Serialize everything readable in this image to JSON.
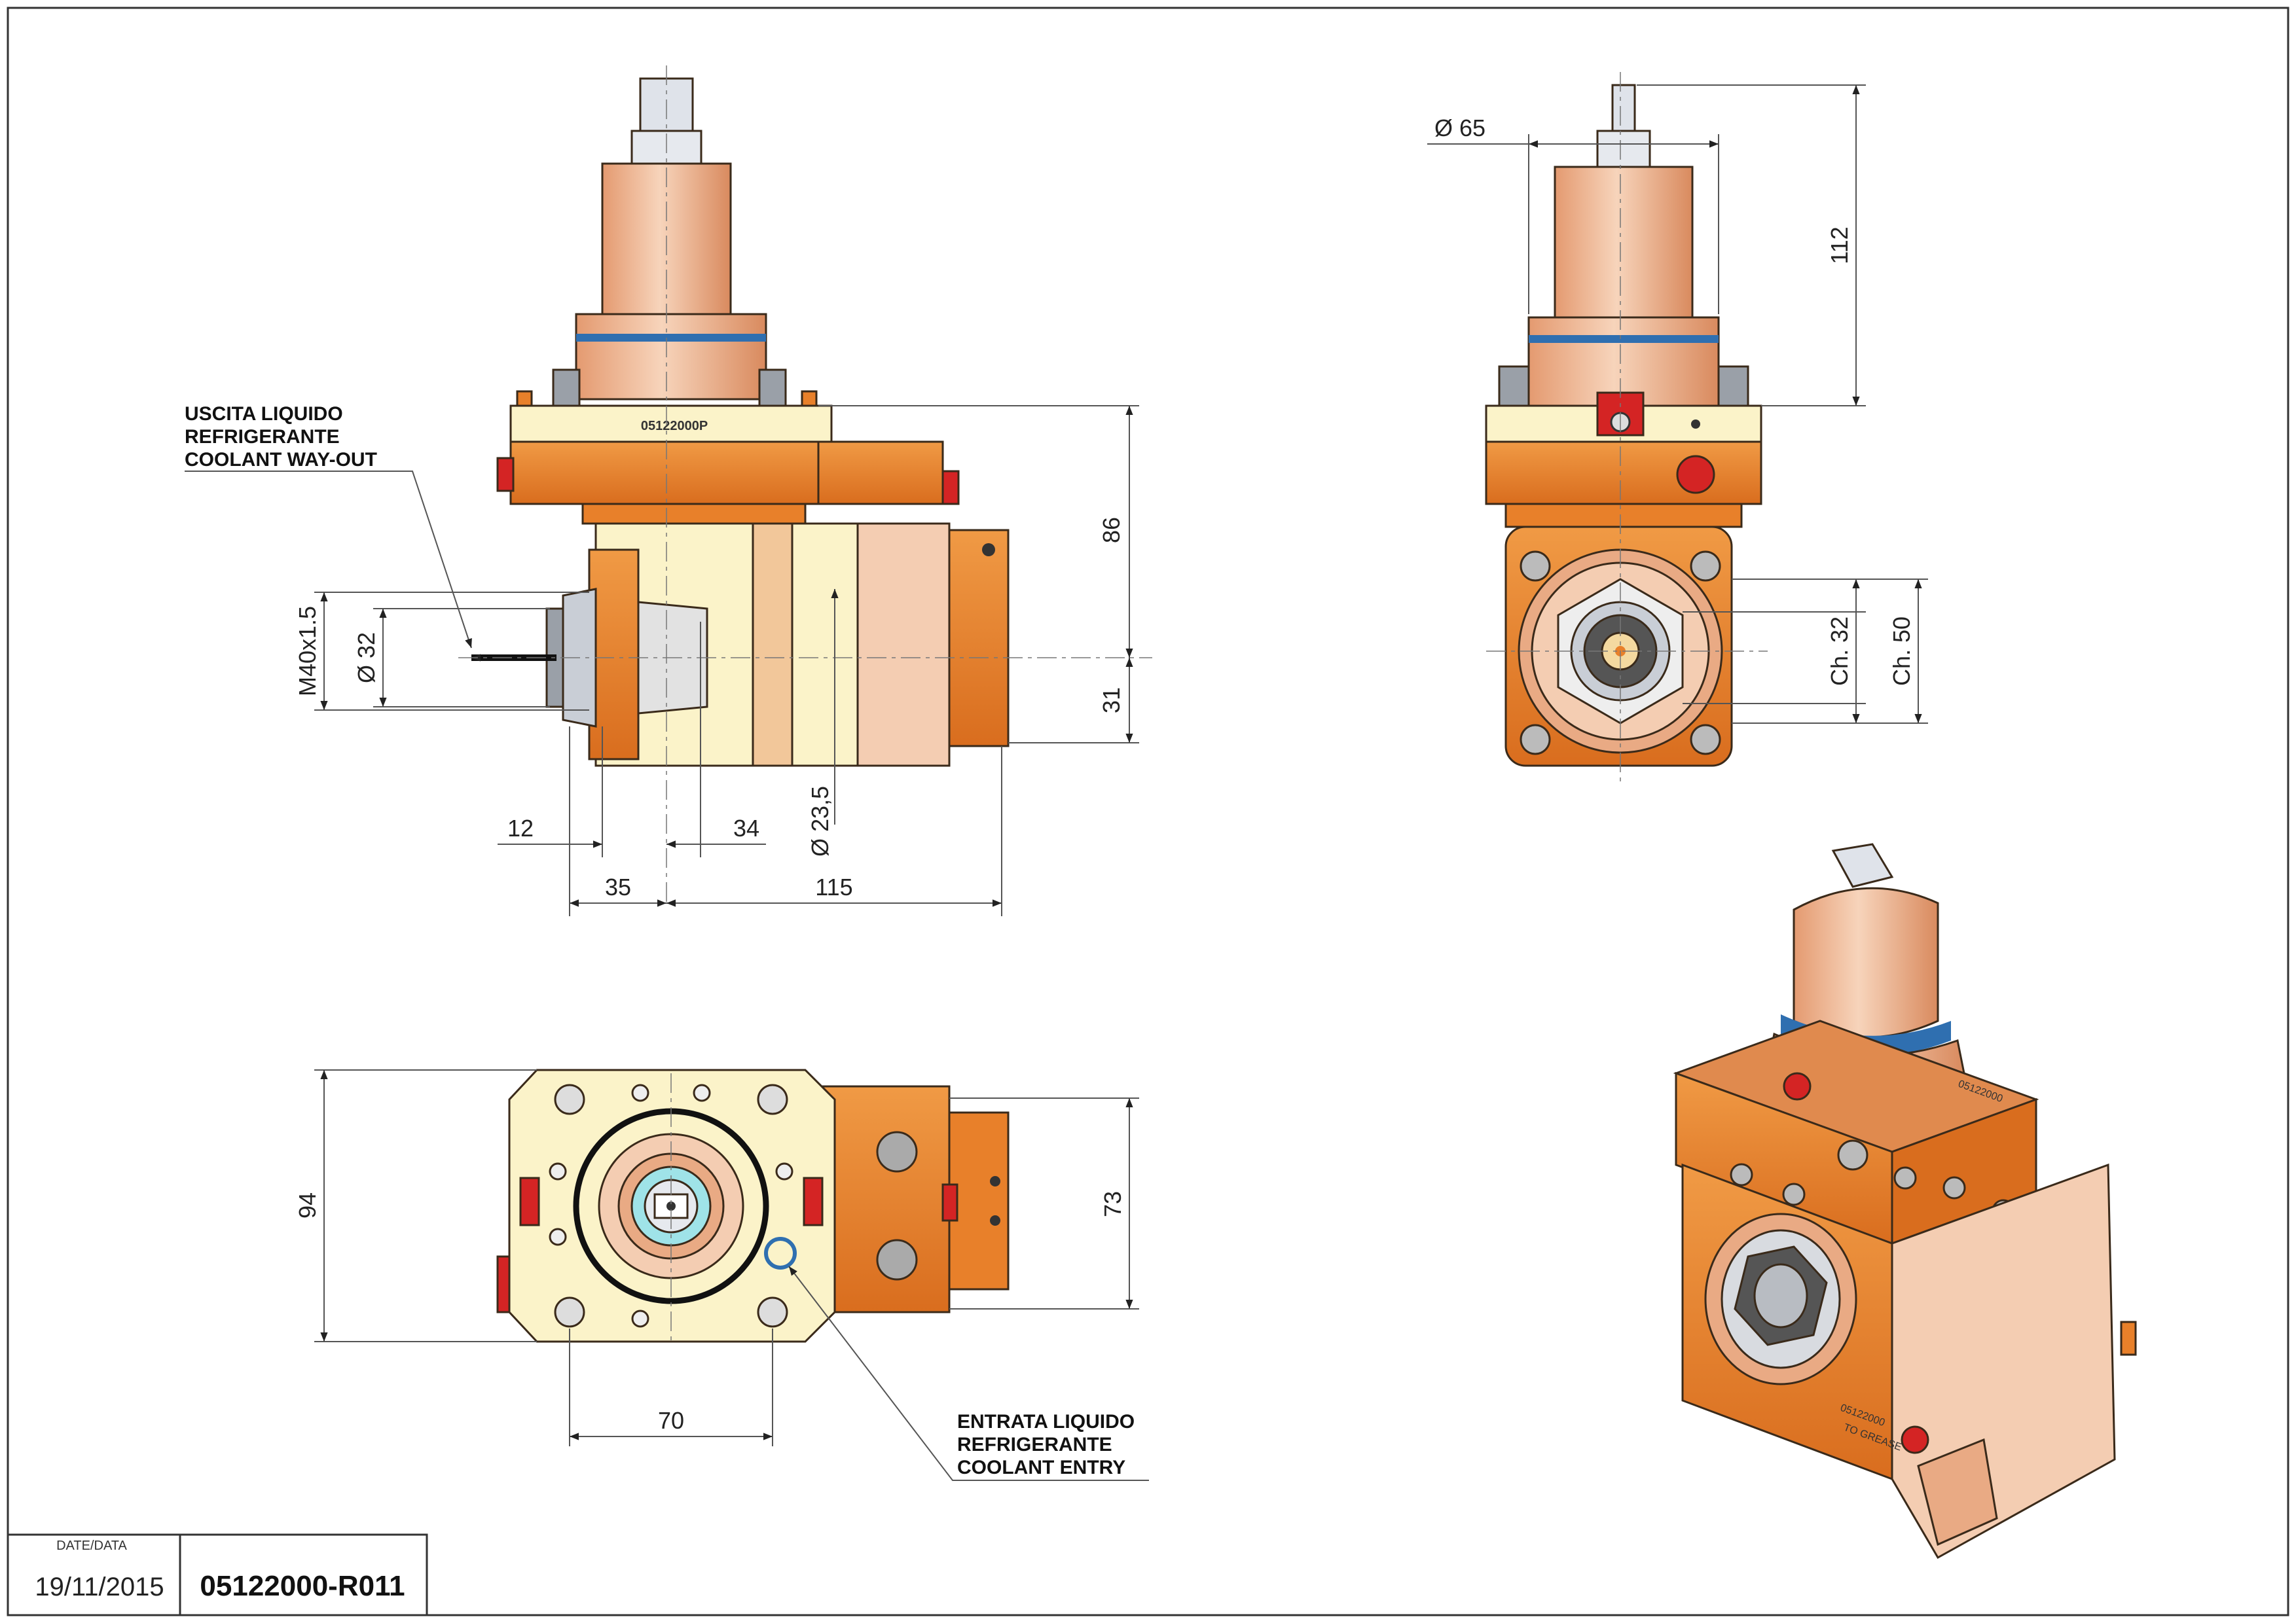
{
  "colors": {
    "orange": "#e8802a",
    "orange_dark": "#c8601a",
    "copper": "#e9aa84",
    "copper_light": "#f4cdb2",
    "cream": "#fbf3c9",
    "red": "#d42424",
    "blue_ring": "#2f6fb0",
    "steel": "#b8bcc2"
  },
  "side_view": {
    "label_out_l1": "USCITA LIQUIDO",
    "label_out_l2": "REFRIGERANTE",
    "label_out_l3": "COOLANT WAY-OUT",
    "part_mark": "05122000P",
    "dims": {
      "m40": "M40x1.5",
      "d32": "Ø 32",
      "d23": "Ø 23,5",
      "h86": "86",
      "h31": "31",
      "w12": "12",
      "w34": "34",
      "w35": "35",
      "w115": "115"
    }
  },
  "front_view": {
    "dims": {
      "d65": "Ø 65",
      "h112": "112",
      "ch32": "Ch. 32",
      "ch50": "Ch. 50"
    }
  },
  "bottom_view": {
    "label_in_l1": "ENTRATA LIQUIDO",
    "label_in_l2": "REFRIGERANTE",
    "label_in_l3": "COOLANT ENTRY",
    "dims": {
      "h94": "94",
      "h73": "73",
      "w70": "70"
    }
  },
  "iso_view": {
    "mark_1": "05122000",
    "mark_2": "05122000",
    "mark_3": "TO GREASE"
  },
  "title_block": {
    "date_label": "DATE/DATA",
    "date": "19/11/2015",
    "code": "05122000-R011"
  }
}
